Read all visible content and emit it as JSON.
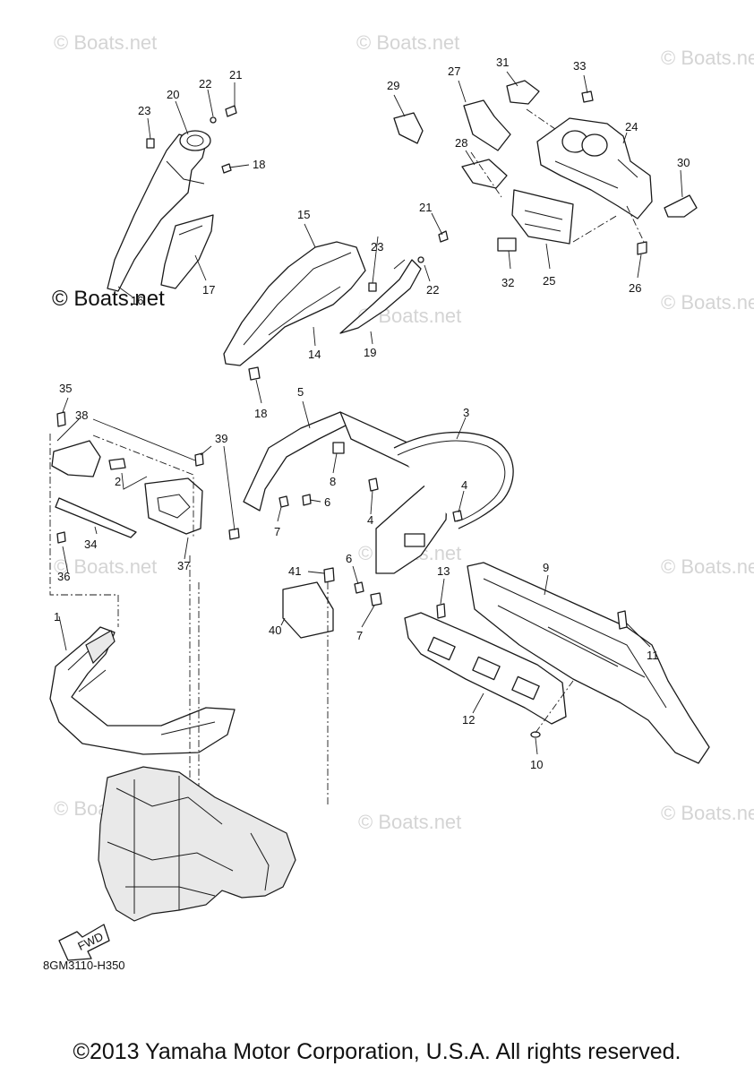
{
  "watermark_text": "© Boats.net",
  "brand_watermark": "© Boats.net",
  "diagram_code": "8GM3110-H350",
  "fwd_label": "FWD",
  "copyright": "©2013 Yamaha Motor Corporation, U.S.A. All rights reserved.",
  "callouts": [
    "1",
    "2",
    "3",
    "4",
    "4",
    "5",
    "6",
    "6",
    "7",
    "7",
    "8",
    "9",
    "10",
    "11",
    "12",
    "13",
    "14",
    "15",
    "16",
    "17",
    "18",
    "18",
    "19",
    "20",
    "21",
    "21",
    "22",
    "22",
    "23",
    "23",
    "24",
    "25",
    "26",
    "27",
    "28",
    "29",
    "30",
    "31",
    "32",
    "33",
    "34",
    "35",
    "36",
    "37",
    "38",
    "39",
    "40",
    "41"
  ]
}
